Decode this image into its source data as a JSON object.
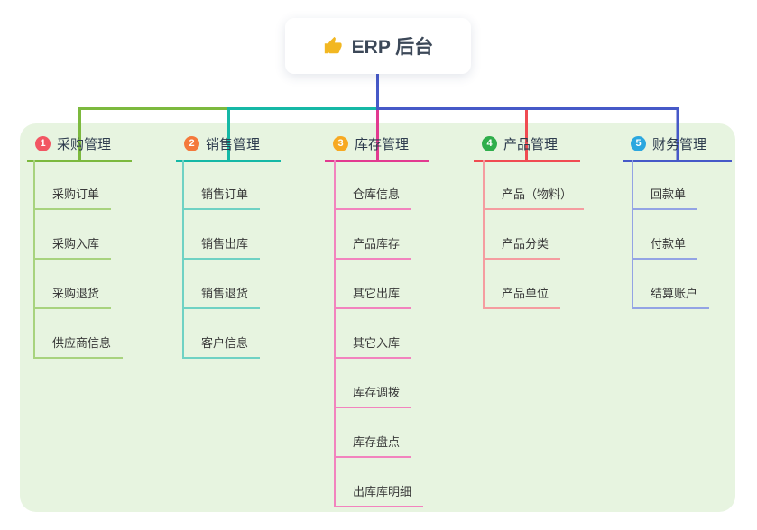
{
  "root": {
    "label": "ERP 后台",
    "icon": "thumbs-up-icon",
    "icon_color": "#F2B722"
  },
  "connector_color": "#4659C8",
  "board_color": "#E7F4E0",
  "branches": [
    {
      "badge": "1",
      "label": "采购管理",
      "line_color": "#7CB93E",
      "child_line_color": "#A8D37E",
      "badge_color": "#F25663",
      "children": [
        "采购订单",
        "采购入库",
        "采购退货",
        "供应商信息"
      ]
    },
    {
      "badge": "2",
      "label": "销售管理",
      "line_color": "#15B8A6",
      "child_line_color": "#6FD2C4",
      "badge_color": "#F4793B",
      "children": [
        "销售订单",
        "销售出库",
        "销售退货",
        "客户信息"
      ]
    },
    {
      "badge": "3",
      "label": "库存管理",
      "line_color": "#E23A90",
      "child_line_color": "#F283BE",
      "badge_color": "#F7A922",
      "children": [
        "仓库信息",
        "产品库存",
        "其它出库",
        "其它入库",
        "库存调拨",
        "库存盘点",
        "出库库明细"
      ]
    },
    {
      "badge": "4",
      "label": "产品管理",
      "line_color": "#F04B52",
      "child_line_color": "#F59CA0",
      "badge_color": "#2FAE4B",
      "children": [
        "产品（物料）",
        "产品分类",
        "产品单位"
      ]
    },
    {
      "badge": "5",
      "label": "财务管理",
      "line_color": "#4659C8",
      "child_line_color": "#93A3E4",
      "badge_color": "#2BA7DF",
      "children": [
        "回款单",
        "付款单",
        "结算账户"
      ]
    }
  ]
}
